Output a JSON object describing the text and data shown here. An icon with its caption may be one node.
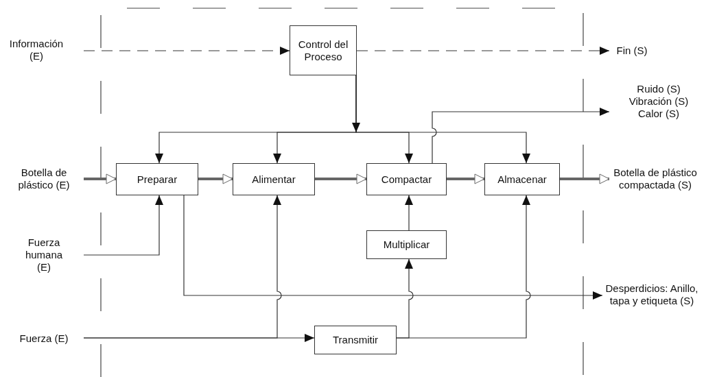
{
  "diagram": {
    "nodes": [
      {
        "text": [
          "Información (E)"
        ]
      },
      {
        "text": [
          "Control del Proceso"
        ]
      },
      {
        "text": [
          "Fin (S)"
        ]
      },
      {
        "text": [
          "Ruido (S)",
          "Vibración (S)",
          "Calor (S)"
        ]
      },
      {
        "text": [
          "Botella de plástico (E)"
        ]
      },
      {
        "text": [
          "Preparar"
        ]
      },
      {
        "text": [
          "Alimentar"
        ]
      },
      {
        "text": [
          "Compactar"
        ]
      },
      {
        "text": [
          "Almacenar"
        ]
      },
      {
        "text": [
          "Botella de plástico compactada (S)"
        ]
      },
      {
        "text": [
          "Fuerza humana (E)"
        ]
      },
      {
        "text": [
          "Multiplicar"
        ]
      },
      {
        "text": [
          "Desperdicios: Anillo, tapa y etiqueta (S)"
        ]
      },
      {
        "text": [
          "Fuerza (E)"
        ]
      },
      {
        "text": [
          "Transmitir"
        ]
      }
    ],
    "edges": [
      {
        "from": 0,
        "to": 1,
        "arrow": "to",
        "style": "dashed"
      },
      {
        "from": 1,
        "to": 2,
        "arrow": "to",
        "style": "dashed"
      },
      {
        "from": 1,
        "to": 5,
        "arrow": "to"
      },
      {
        "from": 1,
        "to": 6,
        "arrow": "to"
      },
      {
        "from": 1,
        "to": 7,
        "arrow": "to"
      },
      {
        "from": 1,
        "to": 8,
        "arrow": "to"
      },
      {
        "from": 4,
        "to": 5,
        "arrow": "to",
        "style": "thick"
      },
      {
        "from": 5,
        "to": 6,
        "arrow": "to",
        "style": "thick"
      },
      {
        "from": 6,
        "to": 7,
        "arrow": "to",
        "style": "thick"
      },
      {
        "from": 7,
        "to": 8,
        "arrow": "to",
        "style": "thick"
      },
      {
        "from": 8,
        "to": 9,
        "arrow": "to",
        "style": "thick"
      },
      {
        "from": 7,
        "to": 3,
        "arrow": "to"
      },
      {
        "from": 10,
        "to": 5,
        "arrow": "to"
      },
      {
        "from": 5,
        "to": 12,
        "arrow": "to"
      },
      {
        "from": 13,
        "to": 14,
        "arrow": "to"
      },
      {
        "from": 13,
        "to": 6,
        "arrow": "to"
      },
      {
        "from": 14,
        "to": 11,
        "arrow": "to"
      },
      {
        "from": 11,
        "to": 7,
        "arrow": "to"
      },
      {
        "from": 14,
        "to": 8,
        "arrow": "to"
      }
    ]
  }
}
